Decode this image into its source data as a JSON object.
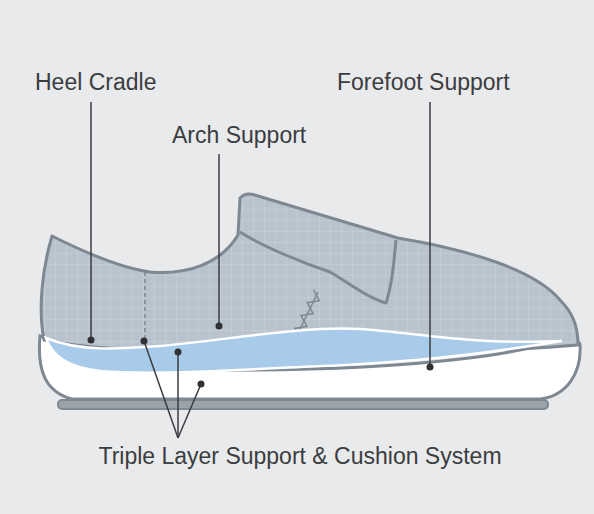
{
  "diagram": {
    "labels": [
      "Heel Cradle",
      "Arch Support",
      "Forefoot Support",
      "Triple Layer Support & Cushion System"
    ]
  }
}
